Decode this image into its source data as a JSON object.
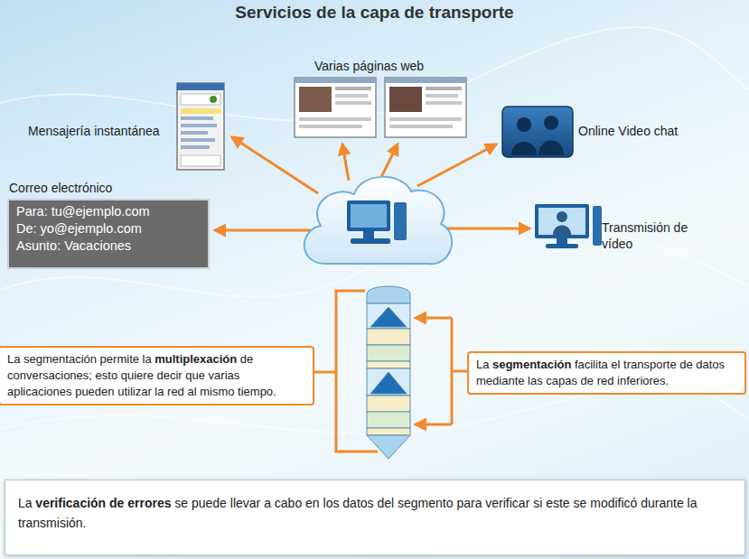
{
  "diagram": {
    "title": "Servicios de la capa de transporte",
    "nodes": [
      {
        "text": [
          "Correo electrónico",
          "Para: tu@ejemplo.com",
          "De: yo@ejemplo.com",
          "Asunto: Vacaciones"
        ]
      },
      {
        "text": [
          "La segmentación permite la",
          "multiplexación",
          "de conversaciones; esto quiere decir que varias aplicaciones pueden utilizar la red al mismo tiempo."
        ]
      },
      {
        "text": [
          "La",
          "segmentación",
          "facilita el transporte de datos mediante las capas de red inferiores."
        ]
      },
      {
        "text": [
          "La",
          "verificación de errores",
          "se puede llevar a cabo en los datos del segmento para verificar si este se modificó durante la transmisión."
        ]
      }
    ],
    "labels": [
      "Varias páginas web",
      "Mensajería instantánea",
      "Online Video chat",
      "Transmisión de vídeo"
    ]
  }
}
